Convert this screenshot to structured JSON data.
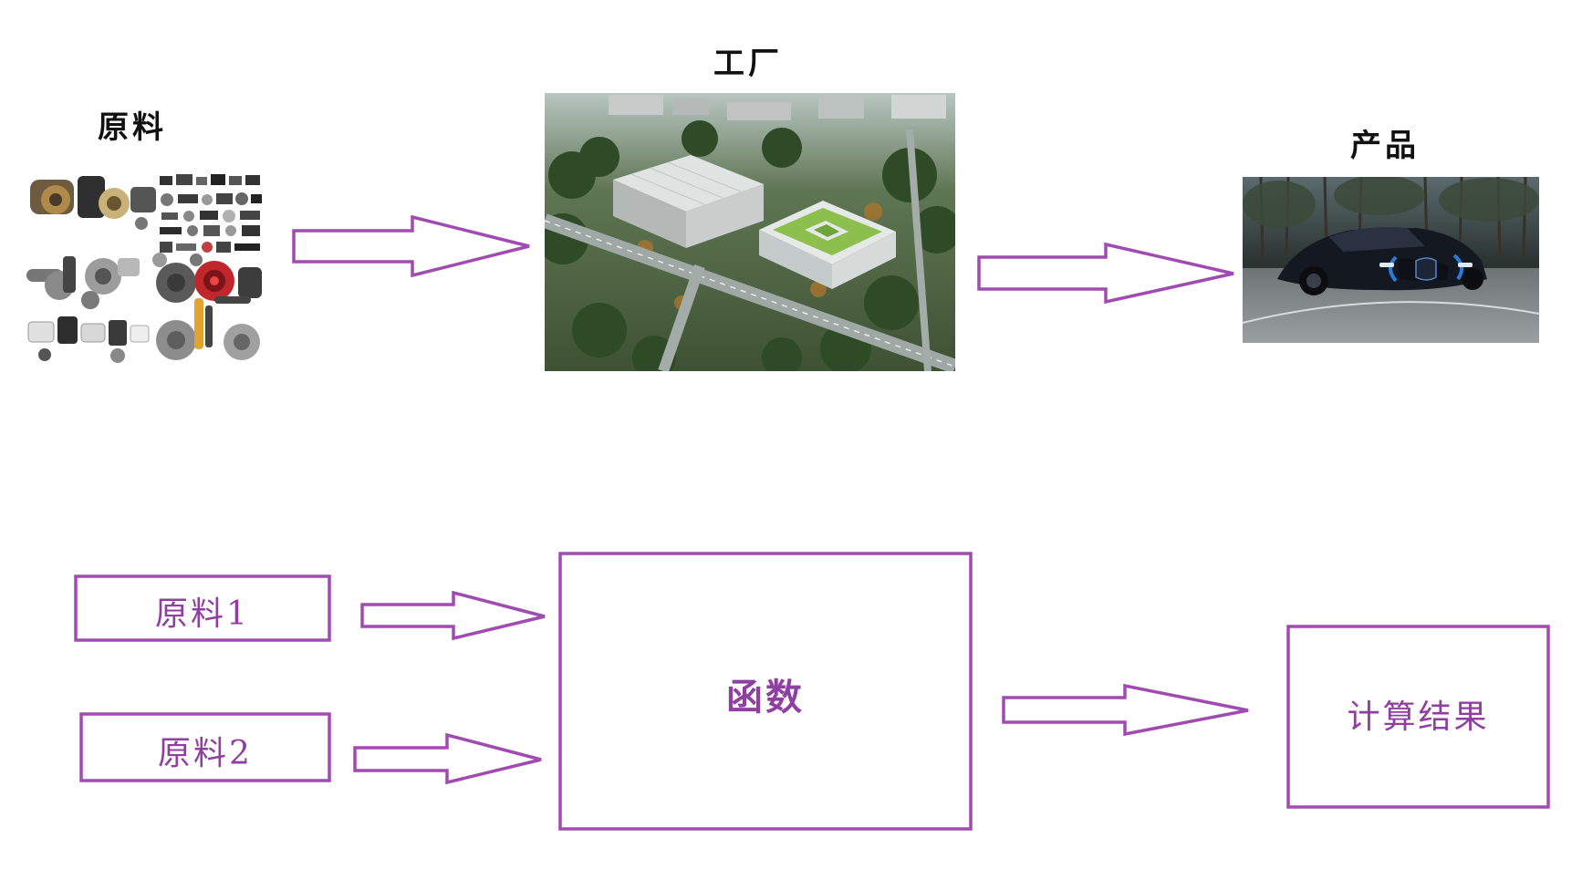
{
  "top_row": {
    "raw_material_label": "原料",
    "factory_label": "工厂",
    "product_label": "产品"
  },
  "bottom_row": {
    "input1_label": "原料1",
    "input2_label": "原料2",
    "function_label": "函数",
    "result_label": "计算结果"
  },
  "colors": {
    "accent": "#a04bb0",
    "text_accent": "#8e3fa0"
  }
}
